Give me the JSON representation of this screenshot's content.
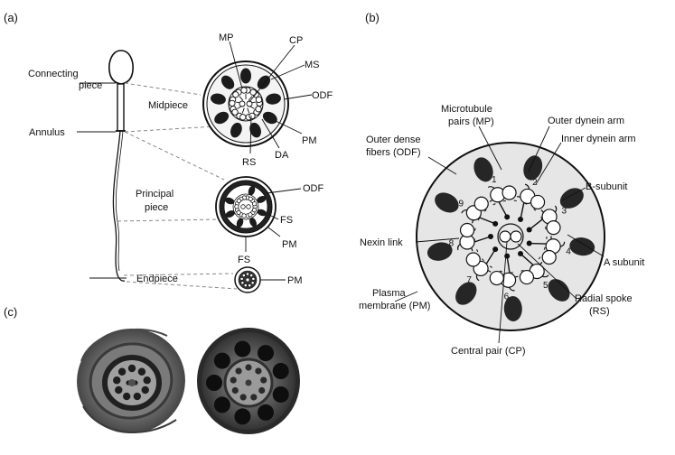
{
  "panels": {
    "a": "(a)",
    "b": "(b)",
    "c": "(c)"
  },
  "panel_a": {
    "sperm_labels": {
      "connecting_piece_1": "Connecting",
      "connecting_piece_2": "piece",
      "midpiece": "Midpiece",
      "annulus": "Annulus",
      "principal_piece_1": "Principal",
      "principal_piece_2": "piece",
      "endpiece": "Endpiece"
    },
    "midpiece_section": {
      "mp": "MP",
      "cp": "CP",
      "ms": "MS",
      "odf": "ODF",
      "pm": "PM",
      "da": "DA",
      "rs": "RS"
    },
    "principal_section": {
      "odf": "ODF",
      "fs_right": "FS",
      "pm": "PM",
      "fs_bottom": "FS"
    },
    "endpiece_section": {
      "pm": "PM"
    }
  },
  "panel_b": {
    "mp_1": "Microtubule",
    "mp_2": "pairs (MP)",
    "outer_dynein_arm": "Outer dynein arm",
    "inner_dynein_arm": "Inner dynein arm",
    "odf_1": "Outer dense",
    "odf_2": "fibers (ODF)",
    "b_subunit": "B-subunit",
    "nexin_link": "Nexin link",
    "a_subunit": "A subunit",
    "plasma_1": "Plasma",
    "plasma_2": "membrane (PM)",
    "radial_1": "Radial spoke",
    "radial_2": "(RS)",
    "central_pair": "Central pair (CP)",
    "doublet_numbers": [
      "1",
      "2",
      "3",
      "4",
      "5",
      "6",
      "7",
      "8",
      "9"
    ]
  },
  "colors": {
    "ink": "#111111",
    "fill_light": "#e6e6e6",
    "dense": "#262626"
  }
}
